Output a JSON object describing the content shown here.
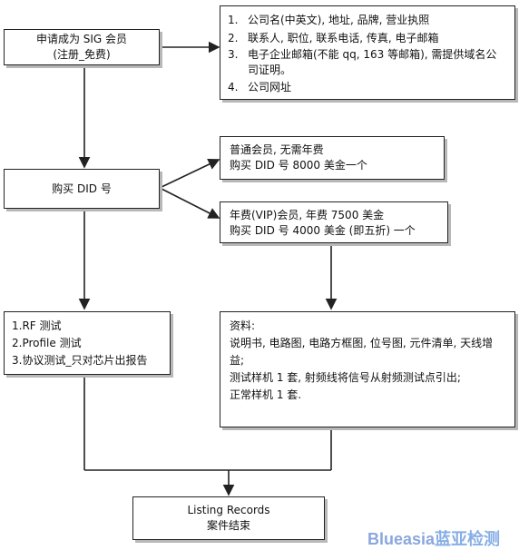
{
  "register": {
    "line1": "申请成为 SIG 会员",
    "line2": "(注册_免费)"
  },
  "requirements": {
    "items": [
      {
        "num": "1.",
        "text": "公司名(中英文), 地址, 品牌, 营业执照"
      },
      {
        "num": "2.",
        "text": "联系人, 职位, 联系电话, 传真, 电子邮箱"
      },
      {
        "num": "3.",
        "text": "电子企业邮箱(不能 qq, 163 等邮箱), 需提供域名公司证明。"
      },
      {
        "num": "4.",
        "text": "公司网址"
      }
    ]
  },
  "buy_did": {
    "label": "购买 DID 号"
  },
  "regular_member": {
    "line1": "普通会员, 无需年费",
    "line2": "购买 DID 号 8000 美金一个"
  },
  "vip_member": {
    "line1": "年费(VIP)会员, 年费 7500 美金",
    "line2": "购买 DID 号 4000 美金 (即五折) 一个"
  },
  "tests": {
    "items": [
      "1.RF 测试",
      "2.Profile 测试",
      "3.协议测试_只对芯片出报告"
    ]
  },
  "materials": {
    "title": "资料:",
    "line1": "说明书, 电路图, 电路方框图, 位号图, 元件清单, 天线增益;",
    "line2": "测试样机 1 套, 射频线将信号从射频测试点引出;",
    "line3": "正常样机 1 套."
  },
  "listing": {
    "line1": "Listing Records",
    "line2": "案件结束"
  },
  "watermark": {
    "brand_en": "Blueasia",
    "brand_cn": "蓝亚检测"
  }
}
